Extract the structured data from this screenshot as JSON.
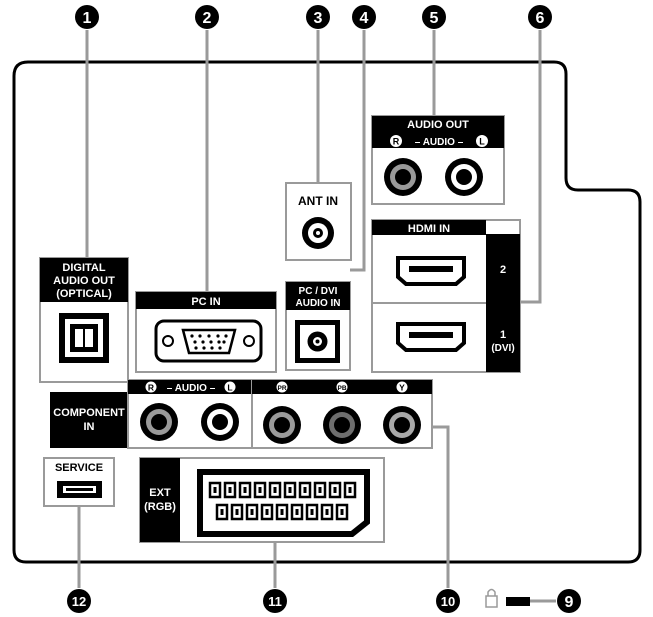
{
  "labels": {
    "digital_audio_1": "DIGITAL",
    "digital_audio_2": "AUDIO OUT",
    "digital_audio_3": "(OPTICAL)",
    "pc_in": "PC IN",
    "ant_in": "ANT IN",
    "pc_dvi_1": "PC / DVI",
    "pc_dvi_2": "AUDIO IN",
    "audio_out": "AUDIO OUT",
    "audio_out_lr": "– AUDIO –",
    "hdmi_in": "HDMI IN",
    "hdmi_2": "2",
    "hdmi_1": "1",
    "hdmi_1_dvi": "(DVI)",
    "component_1": "COMPONENT",
    "component_2": "IN",
    "component_audio": "– AUDIO –",
    "r_letter": "R",
    "l_letter": "L",
    "pr": "PR",
    "pb": "PB",
    "y": "Y",
    "service": "SERVICE",
    "ext_1": "EXT",
    "ext_2": "(RGB)"
  },
  "callouts": [
    "1",
    "2",
    "3",
    "4",
    "5",
    "6",
    "9",
    "10",
    "11",
    "12"
  ],
  "colors": {
    "panel": "#000000",
    "callout": "#000000",
    "leader": "#9a9a9a",
    "label_bg": "#000000",
    "label_text": "#ffffff"
  }
}
